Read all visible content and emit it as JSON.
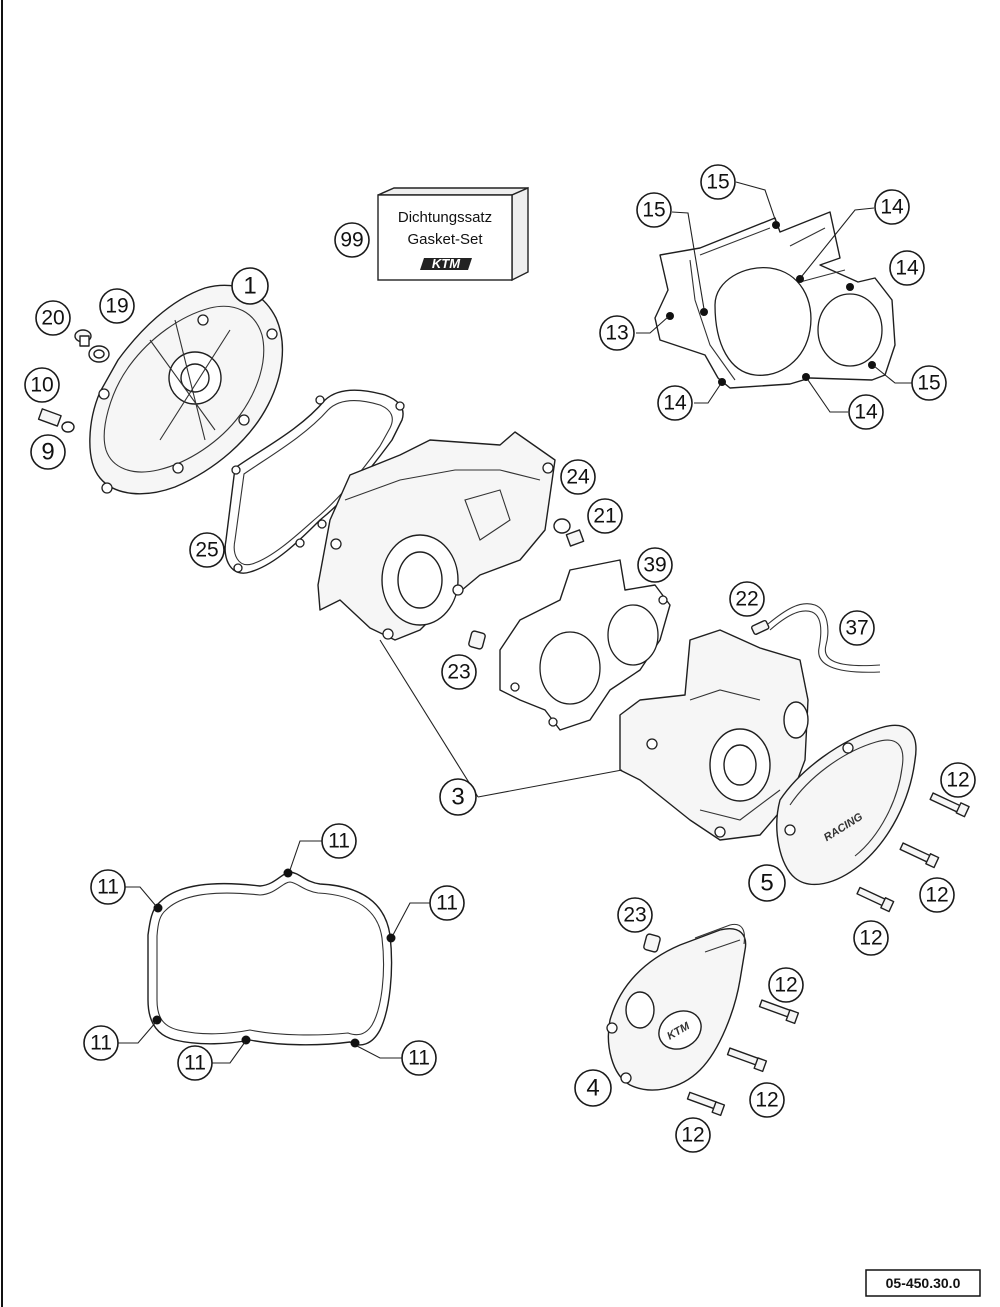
{
  "gasket_set_box": {
    "line1": "Dichtungssatz",
    "line2": "Gasket-Set",
    "logo": "KTM"
  },
  "cover_logos": {
    "clutch_cover": "RACING",
    "ignition_cover": "KTM"
  },
  "reference_code": "05-450.30.0",
  "callouts": {
    "c99": "99",
    "c1": "1",
    "c20": "20",
    "c19": "19",
    "c10": "10",
    "c9": "9",
    "c25": "25",
    "c24": "24",
    "c21": "21",
    "c23a": "23",
    "c39": "39",
    "c22": "22",
    "c37": "37",
    "c3": "3",
    "c12a": "12",
    "c12b": "12",
    "c12c": "12",
    "c5": "5",
    "c15a": "15",
    "c15b": "15",
    "c14a": "14",
    "c14b": "14",
    "c13": "13",
    "c15c": "15",
    "c14c": "14",
    "c14d": "14",
    "c11a": "11",
    "c11b": "11",
    "c11c": "11",
    "c11d": "11",
    "c11e": "11",
    "c11f": "11",
    "c23b": "23",
    "c12d": "12",
    "c12e": "12",
    "c12f": "12",
    "c4": "4"
  }
}
